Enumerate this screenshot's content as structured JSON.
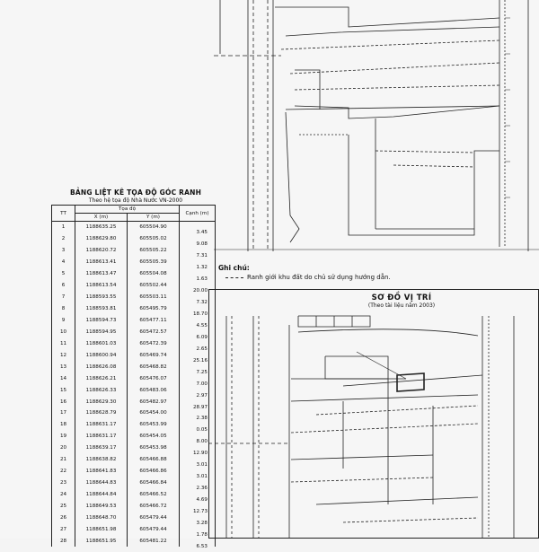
{
  "table": {
    "title": "BẢNG LIỆT KÊ TỌA ĐỘ GÓC RANH",
    "subtitle": "Theo hệ tọa độ Nhà Nước VN-2000",
    "col_tt": "TT",
    "col_toado": "Tọa độ",
    "col_x": "X (m)",
    "col_y": "Y (m)",
    "col_canh": "Cạnh (m)",
    "rows": [
      {
        "tt": "1",
        "x": "1188635.25",
        "y": "605504.90",
        "c": "3.45"
      },
      {
        "tt": "2",
        "x": "1188629.80",
        "y": "605505.02",
        "c": "9.08"
      },
      {
        "tt": "3",
        "x": "1188620.72",
        "y": "605505.22",
        "c": "7.31"
      },
      {
        "tt": "4",
        "x": "1188613.41",
        "y": "605505.39",
        "c": "1.32"
      },
      {
        "tt": "5",
        "x": "1188613.47",
        "y": "605504.08",
        "c": "1.63"
      },
      {
        "tt": "6",
        "x": "1188613.54",
        "y": "605502.44",
        "c": "20.00"
      },
      {
        "tt": "7",
        "x": "1188593.55",
        "y": "605503.11",
        "c": "7.32"
      },
      {
        "tt": "8",
        "x": "1188593.81",
        "y": "605495.79",
        "c": "18.70"
      },
      {
        "tt": "9",
        "x": "1188594.73",
        "y": "605477.11",
        "c": "4.55"
      },
      {
        "tt": "10",
        "x": "1188594.95",
        "y": "605472.57",
        "c": "6.09"
      },
      {
        "tt": "11",
        "x": "1188601.03",
        "y": "605472.39",
        "c": "2.65"
      },
      {
        "tt": "12",
        "x": "1188600.94",
        "y": "605469.74",
        "c": "25.16"
      },
      {
        "tt": "13",
        "x": "1188626.08",
        "y": "605468.82",
        "c": "7.25"
      },
      {
        "tt": "14",
        "x": "1188626.21",
        "y": "605476.07",
        "c": "7.00"
      },
      {
        "tt": "15",
        "x": "1188626.33",
        "y": "605483.06",
        "c": "2.97"
      },
      {
        "tt": "16",
        "x": "1188629.30",
        "y": "605482.97",
        "c": "28.97"
      },
      {
        "tt": "17",
        "x": "1188628.79",
        "y": "605454.00",
        "c": "2.38"
      },
      {
        "tt": "18",
        "x": "1188631.17",
        "y": "605453.99",
        "c": "0.05"
      },
      {
        "tt": "19",
        "x": "1188631.17",
        "y": "605454.05",
        "c": "8.00"
      },
      {
        "tt": "20",
        "x": "1188639.17",
        "y": "605453.98",
        "c": "12.90"
      },
      {
        "tt": "21",
        "x": "1188638.82",
        "y": "605466.88",
        "c": "3.01"
      },
      {
        "tt": "22",
        "x": "1188641.83",
        "y": "605466.86",
        "c": "3.01"
      },
      {
        "tt": "23",
        "x": "1188644.83",
        "y": "605466.84",
        "c": "2.36"
      },
      {
        "tt": "24",
        "x": "1188644.84",
        "y": "605466.52",
        "c": "4.69"
      },
      {
        "tt": "25",
        "x": "1188649.53",
        "y": "605466.72",
        "c": "12.73"
      },
      {
        "tt": "26",
        "x": "1188648.70",
        "y": "605479.44",
        "c": "3.28"
      },
      {
        "tt": "27",
        "x": "1188651.98",
        "y": "605479.44",
        "c": "1.78"
      },
      {
        "tt": "28",
        "x": "1188651.95",
        "y": "605481.22",
        "c": "6.53"
      }
    ]
  },
  "note": {
    "title": "Ghi chú:",
    "text": "Ranh giới khu đất do chủ sử dụng hướng dẫn."
  },
  "site_plan": {
    "title": "SƠ ĐỒ VỊ TRÍ",
    "subtitle": "(Theo tài liệu  năm 2003)"
  }
}
